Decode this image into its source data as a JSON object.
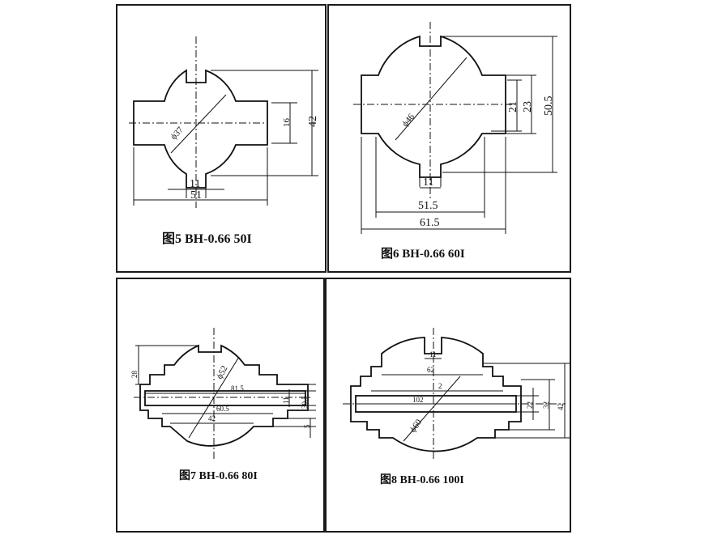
{
  "figures": [
    {
      "id": "fig5",
      "caption": "图5  BH-0.66  50I",
      "dims": {
        "d_window": "ϕ37",
        "height": "42",
        "slot_height": "16",
        "notch_width": "11",
        "width": "51"
      }
    },
    {
      "id": "fig6",
      "caption": "图6 BH-0.66 60I",
      "dims": {
        "d_window": "ϕ46",
        "inner_h": "21",
        "mid_h": "23",
        "height": "50.5",
        "notch_width": "11",
        "inner_w": "51.5",
        "width": "61.5"
      }
    },
    {
      "id": "fig7",
      "caption": "图7 BH-0.66 80I",
      "dims": {
        "d_window": "ϕ52",
        "top_h": "28",
        "w1": "81.5",
        "bus_h": "11",
        "h2": "30.5",
        "w2": "60.5",
        "w3": "42",
        "bot_h": "5"
      }
    },
    {
      "id": "fig8",
      "caption": "图8  BH-0.66  100I",
      "dims": {
        "notch_width": "11",
        "w1": "62",
        "w2": "2",
        "w3": "102",
        "d_window": "ϕ60",
        "h1": "22",
        "h2": "32",
        "h3": "42"
      }
    }
  ]
}
